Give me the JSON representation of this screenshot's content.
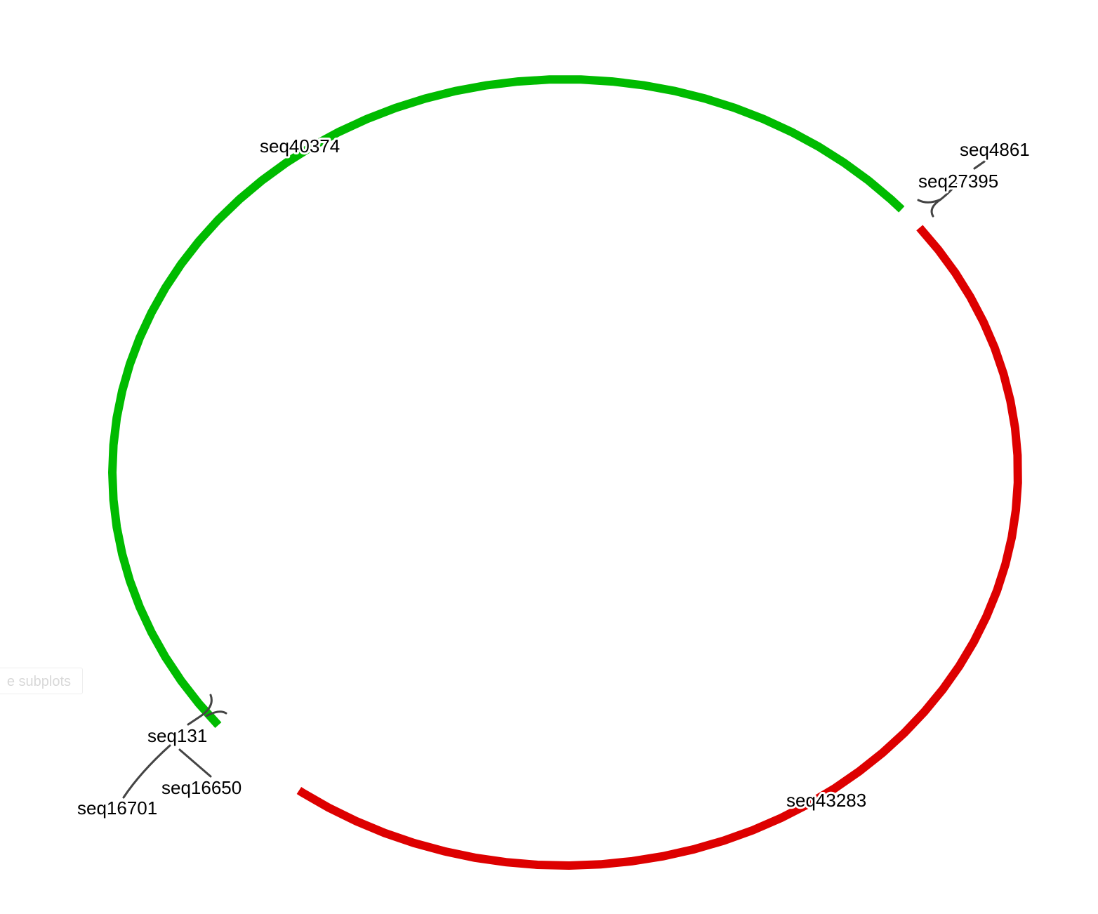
{
  "controls": {
    "subplots_button_label": "e subplots"
  },
  "colors": {
    "green_clade": "#00bb00",
    "red_clade": "#dd0000",
    "branch": "#444444",
    "label_text": "#000000"
  },
  "tree": {
    "layout": "circular",
    "clades": [
      {
        "color_key": "green_clade",
        "members": [
          "seq40374"
        ]
      },
      {
        "color_key": "red_clade",
        "members": [
          "seq43283"
        ]
      }
    ],
    "leaves": {
      "seq4861": "seq4861",
      "seq27395": "seq27395",
      "seq40374": "seq40374",
      "seq131": "seq131",
      "seq16650": "seq16650",
      "seq16701": "seq16701",
      "seq43283": "seq43283"
    }
  }
}
